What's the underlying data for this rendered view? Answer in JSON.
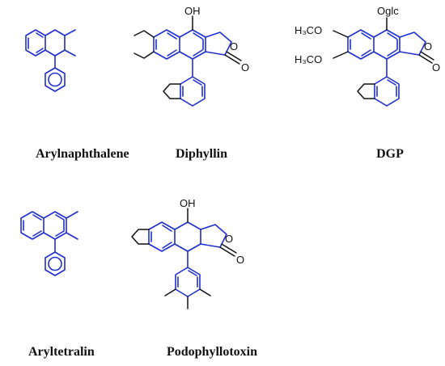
{
  "structures": {
    "arylnaphthalene": {
      "name": "Arylnaphthalene"
    },
    "diphyllin": {
      "name": "Diphyllin",
      "oh": "OH",
      "o_ring": "O",
      "o_carbonyl": "O"
    },
    "dgp": {
      "name": "DGP",
      "oglc": "Oglc",
      "meo_top": "H₃CO",
      "meo_bottom": "H₃CO",
      "o_ring": "O",
      "o_carbonyl": "O"
    },
    "aryltetralin": {
      "name": "Aryltetralin"
    },
    "podophyllotoxin": {
      "name": "Podophyllotoxin",
      "oh": "OH",
      "o_ring": "O",
      "o_carbonyl": "O"
    }
  },
  "colors": {
    "scaffold": "#1f2fd0",
    "substituent": "#111111"
  }
}
